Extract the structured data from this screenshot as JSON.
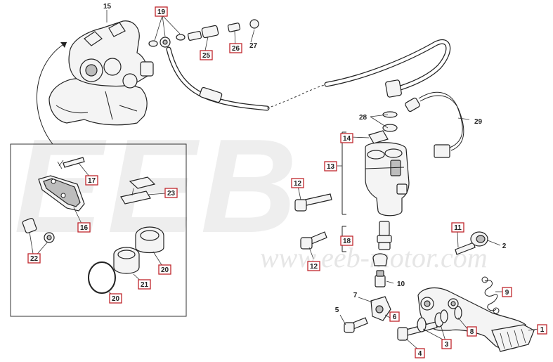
{
  "watermark": {
    "logo_text": "EEB",
    "url": "www.eeb-motor.com"
  },
  "callouts": [
    {
      "id": "c15",
      "label": "15"
    },
    {
      "id": "c19",
      "label": "19"
    },
    {
      "id": "c25",
      "label": "25"
    },
    {
      "id": "c26",
      "label": "26"
    },
    {
      "id": "c27",
      "label": "27"
    },
    {
      "id": "c28",
      "label": "28"
    },
    {
      "id": "c29",
      "label": "29"
    },
    {
      "id": "c14",
      "label": "14"
    },
    {
      "id": "c13",
      "label": "13"
    },
    {
      "id": "c12a",
      "label": "12"
    },
    {
      "id": "c12b",
      "label": "12"
    },
    {
      "id": "c18",
      "label": "18"
    },
    {
      "id": "c17",
      "label": "17"
    },
    {
      "id": "c23",
      "label": "23"
    },
    {
      "id": "c16",
      "label": "16"
    },
    {
      "id": "c22",
      "label": "22"
    },
    {
      "id": "c20a",
      "label": "20"
    },
    {
      "id": "c21",
      "label": "21"
    },
    {
      "id": "c20b",
      "label": "20"
    },
    {
      "id": "c11",
      "label": "11"
    },
    {
      "id": "c2",
      "label": "2"
    },
    {
      "id": "c10",
      "label": "10"
    },
    {
      "id": "c9",
      "label": "9"
    },
    {
      "id": "c7",
      "label": "7"
    },
    {
      "id": "c5",
      "label": "5"
    },
    {
      "id": "c6",
      "label": "6"
    },
    {
      "id": "c8",
      "label": "8"
    },
    {
      "id": "c1",
      "label": "1"
    },
    {
      "id": "c3",
      "label": "3"
    },
    {
      "id": "c4",
      "label": "4"
    }
  ]
}
